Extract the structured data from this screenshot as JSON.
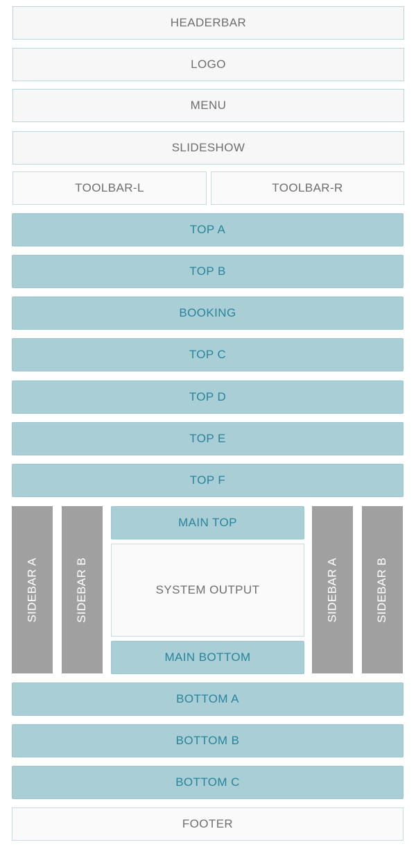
{
  "blocks": {
    "headerbar": "HEADERBAR",
    "logo": "LOGO",
    "menu": "MENU",
    "slideshow": "SLIDESHOW",
    "toolbar_l": "TOOLBAR-L",
    "toolbar_r": "TOOLBAR-R",
    "top_a": "TOP A",
    "top_b": "TOP B",
    "booking": "BOOKING",
    "top_c": "TOP C",
    "top_d": "TOP D",
    "top_e": "TOP E",
    "top_f": "TOP F",
    "sidebar_a_left": "SIDEBAR A",
    "sidebar_b_left": "SIDEBAR B",
    "main_top": "MAIN TOP",
    "system_output": "SYSTEM OUTPUT",
    "main_bottom": "MAIN BOTTOM",
    "sidebar_a_right": "SIDEBAR A",
    "sidebar_b_right": "SIDEBAR B",
    "bottom_a": "BOTTOM A",
    "bottom_b": "BOTTOM B",
    "bottom_c": "BOTTOM C",
    "footer": "FOOTER"
  },
  "colors": {
    "teal_fill": "#a9ced6",
    "teal_text": "#27859b",
    "sidebar_fill": "#a0a0a0",
    "light_fill": "#f7f7f7",
    "text_gray": "#6e6e6e"
  }
}
